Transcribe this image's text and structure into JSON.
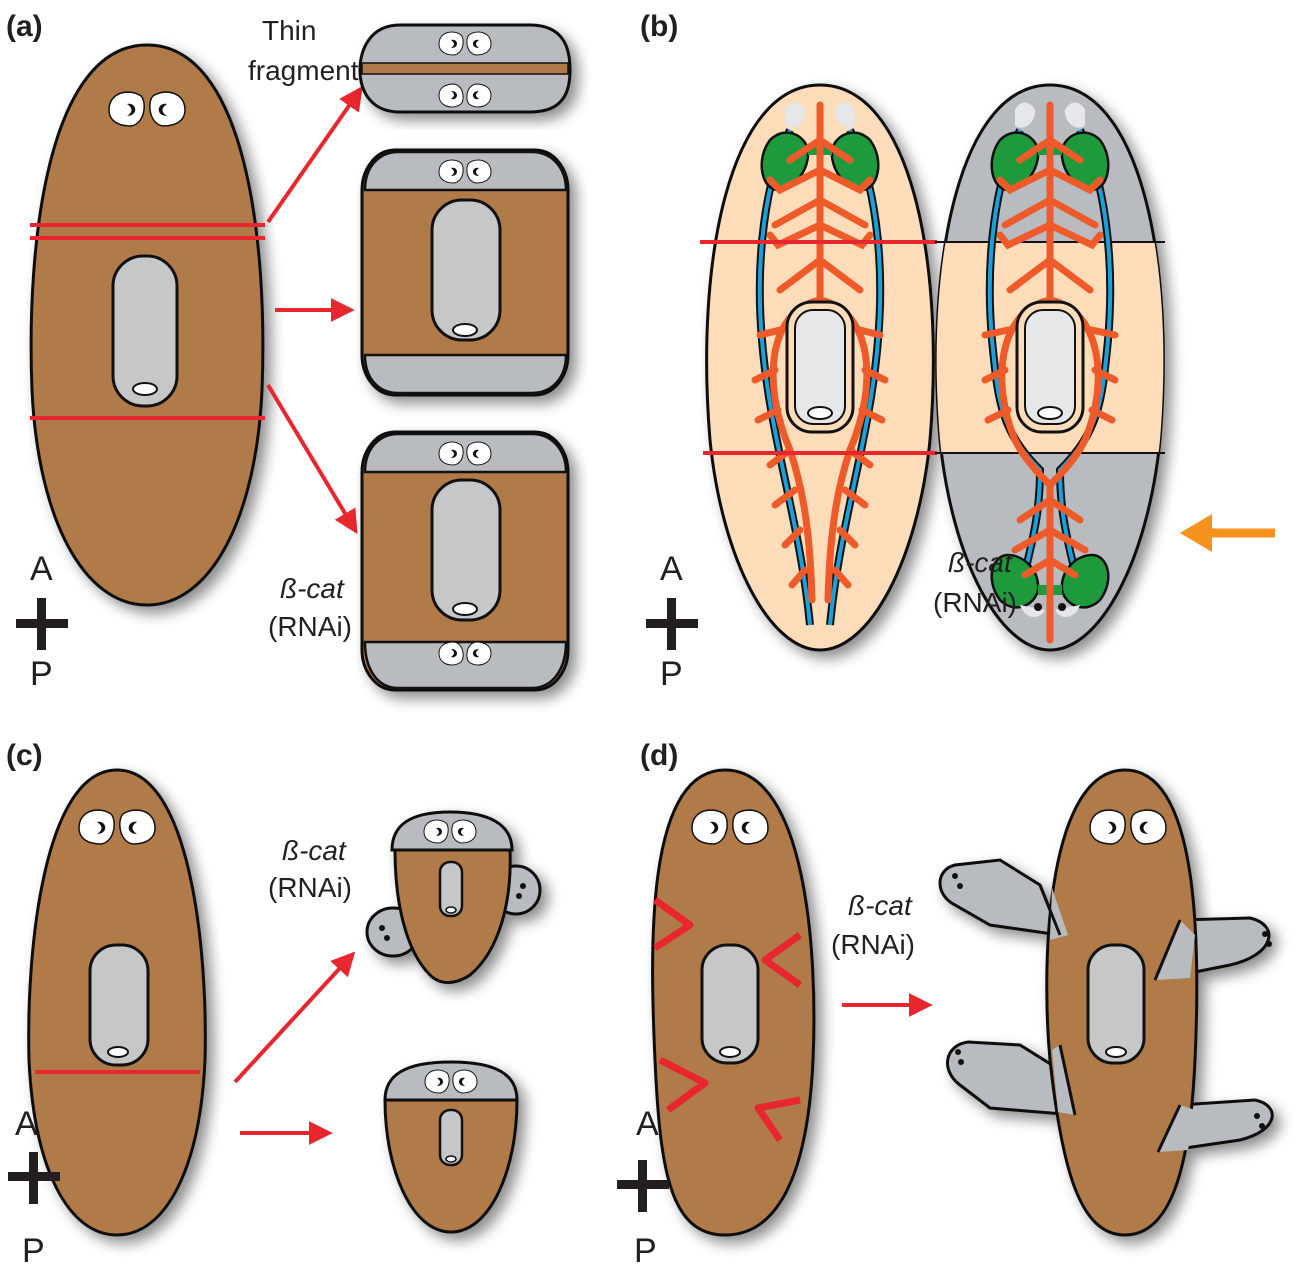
{
  "panels": {
    "a": {
      "letter": "(a)",
      "thin_fragment_line1": "Thin",
      "thin_fragment_line2": "fragment",
      "gene": "ß-cat",
      "rnai": "(RNAi)",
      "axis_anterior": "A",
      "axis_posterior": "P"
    },
    "b": {
      "letter": "(b)",
      "gene": "ß-cat",
      "rnai": "(RNAi)",
      "axis_anterior": "A",
      "axis_posterior": "P"
    },
    "c": {
      "letter": "(c)",
      "gene": "ß-cat",
      "rnai": "(RNAi)",
      "axis_anterior": "A",
      "axis_posterior": "P"
    },
    "d": {
      "letter": "(d)",
      "gene": "ß-cat",
      "rnai": "(RNAi)",
      "axis_anterior": "A",
      "axis_posterior": "P"
    }
  },
  "colors": {
    "body_brown": "#b07a4a",
    "tissue_gray": "#b8bcc0",
    "pharynx_gray": "#c5c7c9",
    "cut_red": "#e8262e",
    "gut_orange": "#ef5a2a",
    "nerve_blue": "#1aa1dc",
    "brain_green": "#1e9a3c",
    "peach": "#fddcb9",
    "arrow_orange": "#f5921e",
    "outline": "#111111"
  }
}
